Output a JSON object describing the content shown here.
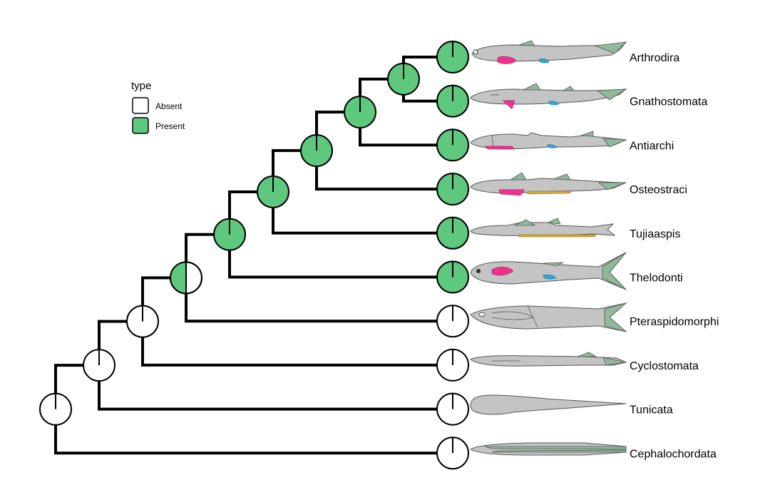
{
  "legend": {
    "title": "type",
    "items": [
      {
        "label": "Absent",
        "color": "#ffffff"
      },
      {
        "label": "Present",
        "color": "#5ec87e"
      }
    ]
  },
  "colors": {
    "present": "#5ec87e",
    "absent": "#ffffff",
    "branch": "#000000"
  },
  "taxa": [
    {
      "name": "Arthrodira",
      "state": "Present",
      "silhouette": "placoderm-fish-icon"
    },
    {
      "name": "Gnathostomata",
      "state": "Present",
      "silhouette": "shark-icon"
    },
    {
      "name": "Antiarchi",
      "state": "Present",
      "silhouette": "antiarch-fish-icon"
    },
    {
      "name": "Osteostraci",
      "state": "Present",
      "silhouette": "osteostracan-fish-icon"
    },
    {
      "name": "Tujiaaspis",
      "state": "Present",
      "silhouette": "tujiaaspis-fish-icon"
    },
    {
      "name": "Thelodonti",
      "state": "Present",
      "silhouette": "thelodont-fish-icon"
    },
    {
      "name": "Pteraspidomorphi",
      "state": "Absent",
      "silhouette": "pteraspid-fish-icon"
    },
    {
      "name": "Cyclostomata",
      "state": "Absent",
      "silhouette": "lamprey-icon"
    },
    {
      "name": "Tunicata",
      "state": "Absent",
      "silhouette": "tunicate-larva-icon"
    },
    {
      "name": "Cephalochordata",
      "state": "Absent",
      "silhouette": "lancelet-icon"
    }
  ],
  "internal_nodes": [
    {
      "id": "root",
      "children": [
        "Cephalochordata",
        "n2"
      ],
      "present_fraction": 0
    },
    {
      "id": "n2",
      "children": [
        "Tunicata",
        "n3"
      ],
      "present_fraction": 0
    },
    {
      "id": "n3",
      "children": [
        "Cyclostomata",
        "n4"
      ],
      "present_fraction": 0
    },
    {
      "id": "n4",
      "children": [
        "Pteraspidomorphi",
        "n5"
      ],
      "present_fraction": 0.5
    },
    {
      "id": "n5",
      "children": [
        "Thelodonti",
        "n6"
      ],
      "present_fraction": 1
    },
    {
      "id": "n6",
      "children": [
        "Tujiaaspis",
        "n7"
      ],
      "present_fraction": 1
    },
    {
      "id": "n7",
      "children": [
        "Osteostraci",
        "n8"
      ],
      "present_fraction": 1
    },
    {
      "id": "n8",
      "children": [
        "Antiarchi",
        "n9"
      ],
      "present_fraction": 1
    },
    {
      "id": "n9",
      "children": [
        "Gnathostomata",
        "Arthrodira"
      ],
      "present_fraction": 1
    }
  ]
}
